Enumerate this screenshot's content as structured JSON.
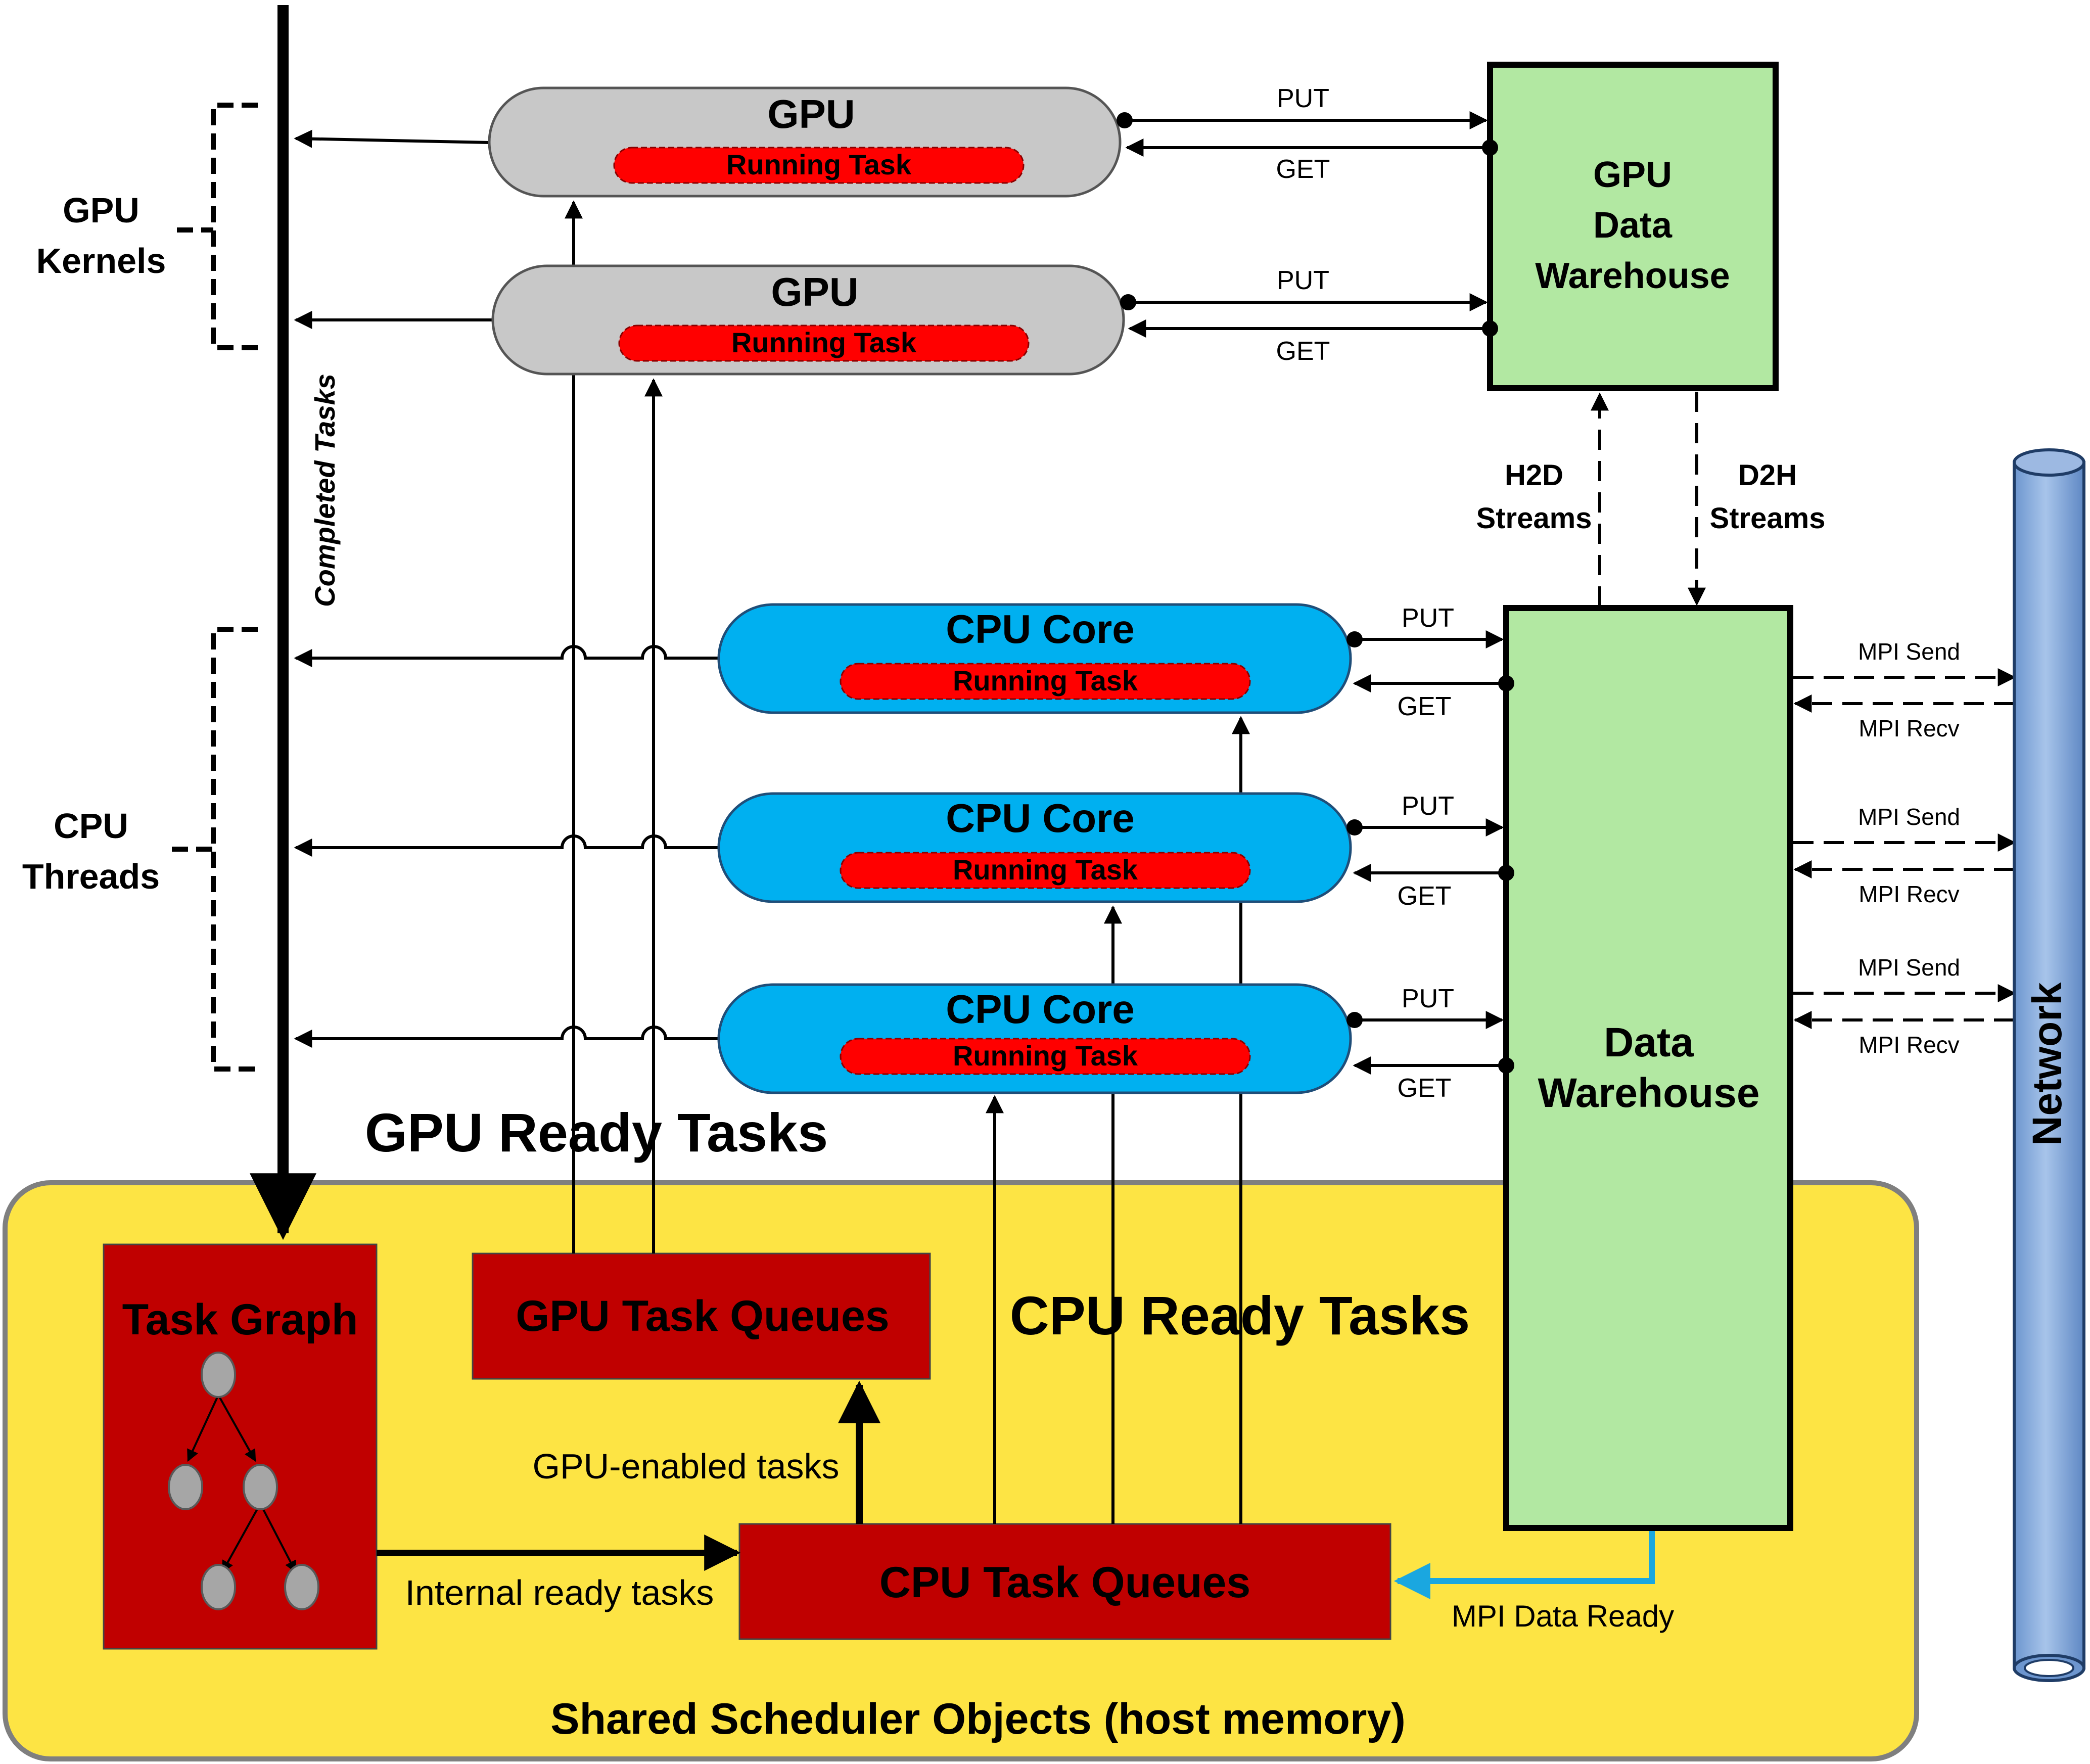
{
  "labels": {
    "gpu_kernels_1": "GPU",
    "gpu_kernels_2": "Kernels",
    "cpu_threads_1": "CPU",
    "cpu_threads_2": "Threads",
    "completed_tasks": "Completed Tasks",
    "gpu_ready_tasks": "GPU Ready Tasks",
    "cpu_ready_tasks": "CPU Ready Tasks",
    "shared_scheduler": "Shared Scheduler Objects (host memory)",
    "gpu_enabled_tasks": "GPU-enabled tasks",
    "internal_ready_tasks": "Internal ready tasks",
    "mpi_data_ready": "MPI Data Ready",
    "h2d_1": "H2D",
    "h2d_2": "Streams",
    "d2h_1": "D2H",
    "d2h_2": "Streams",
    "network": "Network"
  },
  "gpus": [
    {
      "title": "GPU",
      "task": "Running Task",
      "put": "PUT",
      "get": "GET"
    },
    {
      "title": "GPU",
      "task": "Running Task",
      "put": "PUT",
      "get": "GET"
    }
  ],
  "cpus": [
    {
      "title": "CPU Core",
      "task": "Running Task",
      "put": "PUT",
      "get": "GET",
      "send": "MPI Send",
      "recv": "MPI Recv"
    },
    {
      "title": "CPU Core",
      "task": "Running Task",
      "put": "PUT",
      "get": "GET",
      "send": "MPI Send",
      "recv": "MPI Recv"
    },
    {
      "title": "CPU Core",
      "task": "Running Task",
      "put": "PUT",
      "get": "GET",
      "send": "MPI Send",
      "recv": "MPI Recv"
    }
  ],
  "gpu_dw": {
    "line1": "GPU",
    "line2": "Data",
    "line3": "Warehouse"
  },
  "dw": {
    "line1": "Data",
    "line2": "Warehouse"
  },
  "queues": {
    "task_graph": "Task Graph",
    "gpu_task_queues": "GPU Task Queues",
    "cpu_task_queues": "CPU Task Queues"
  },
  "colors": {
    "gpu_fill": "#c8c8c8",
    "cpu_fill": "#00b0f0",
    "running_task": "#ff0000",
    "warehouse": "#b2e8a2",
    "scheduler_bg": "#fde444",
    "queue_fill": "#c00000",
    "network": "#7aa3d8",
    "mpi_ready_arrow": "#1aa7e0"
  }
}
